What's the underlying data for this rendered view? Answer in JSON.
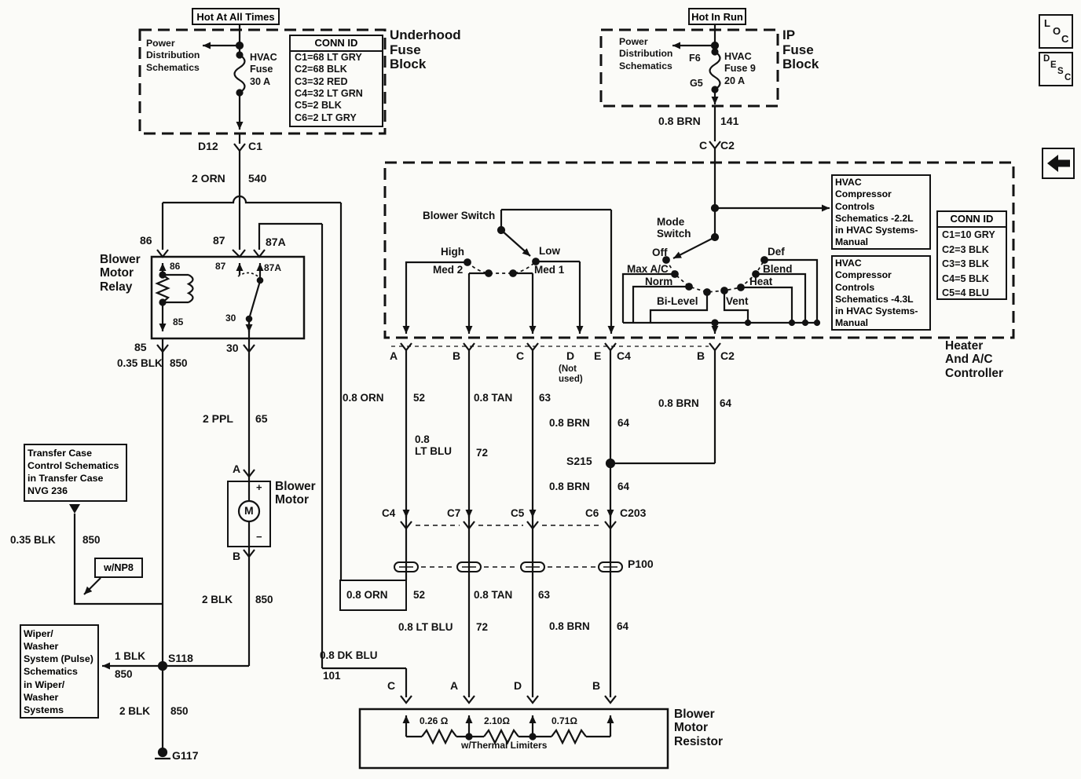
{
  "header": {
    "hot_at_all_times": "Hot At All Times",
    "hot_in_run": "Hot In Run"
  },
  "underhood_block": {
    "title": "Underhood\nFuse\nBlock",
    "power_dist": "Power\nDistribution\nSchematics",
    "fuse": "HVAC\nFuse\n30 A",
    "conn_title": "CONN ID",
    "conn": [
      "C1=68 LT GRY",
      "C2=68 BLK",
      "C3=32 RED",
      "C4=32 LT GRN",
      "C5=2 BLK",
      "C6=2 LT GRY"
    ],
    "pin_left": "D12",
    "pin_right": "C1"
  },
  "ip_block": {
    "title": "IP\nFuse\nBlock",
    "power_dist": "Power\nDistribution\nSchematics",
    "fuse": "HVAC\nFuse 9\n20 A",
    "f6": "F6",
    "g5": "G5",
    "pin_left": "C",
    "pin_right": "C2"
  },
  "side_buttons": {
    "loc": [
      "L",
      "O",
      "C"
    ],
    "desc": [
      "D",
      "E",
      "S",
      "C"
    ]
  },
  "relay": {
    "title": "Blower\nMotor\nRelay",
    "p86": "86",
    "p87": "87",
    "p87a": "87A",
    "p85": "85",
    "p30": "30"
  },
  "motor": {
    "title": "Blower\nMotor",
    "pin_a": "A",
    "pin_b": "B",
    "m": "M",
    "plus": "+",
    "minus": "−"
  },
  "blower_switch": {
    "title": "Blower Switch",
    "high": "High",
    "med2": "Med 2",
    "low": "Low",
    "med1": "Med 1"
  },
  "mode_switch": {
    "title": "Mode\nSwitch",
    "off": "Off",
    "max_ac": "Max A/C",
    "norm": "Norm",
    "bi_level": "Bi-Level",
    "vent": "Vent",
    "heat": "Heat",
    "blend": "Blend",
    "def": "Def"
  },
  "controller": {
    "title": "Heater\nAnd A/C\nController",
    "pin_a": "A",
    "pin_b": "B",
    "pin_c": "C",
    "pin_d": "D",
    "pin_e": "E",
    "pin_c4": "C4",
    "pin_b2": "B",
    "pin_c2": "C2",
    "not_used": "(Not\nused)",
    "conn_title": "CONN ID",
    "conn": [
      "C1=10 GRY",
      "C2=3 BLK",
      "C3=3 BLK",
      "C4=5 BLK",
      "C5=4 BLU"
    ]
  },
  "hvac_refs": {
    "l22": "HVAC\nCompressor\nControls\nSchematics -2.2L\nin HVAC Systems-\nManual",
    "l43": "HVAC\nCompressor\nControls\nSchematics -4.3L\nin HVAC Systems-\nManual"
  },
  "resistor": {
    "title": "Blower\nMotor\nResistor",
    "pin_c": "C",
    "pin_a": "A",
    "pin_d": "D",
    "pin_b": "B",
    "r1": "0.26 Ω",
    "r2": "2.10Ω",
    "r3": "0.71Ω",
    "note": "w/Thermal Limiters"
  },
  "ref_boxes": {
    "transfer": "Transfer Case\nControl Schematics\nin Transfer Case\nNVG 236",
    "np8": "w/NP8",
    "wiper": "Wiper/\nWasher\nSystem (Pulse)\nSchematics\nin Wiper/\nWasher\nSystems"
  },
  "wires": {
    "orn540": {
      "c": "2 ORN",
      "n": "540"
    },
    "brn141": {
      "c": "0.8 BRN",
      "n": "141"
    },
    "blk035": {
      "c": "0.35 BLK",
      "n": "850"
    },
    "ppl65": {
      "c": "2 PPL",
      "n": "65"
    },
    "blk2": {
      "c": "2 BLK",
      "n": "850"
    },
    "blk1": {
      "c": "1 BLK",
      "n": "850"
    },
    "orn52": {
      "c": "0.8 ORN",
      "n": "52"
    },
    "tan63": {
      "c": "0.8 TAN",
      "n": "63"
    },
    "ltblu72": {
      "c": "0.8 LT BLU",
      "c2": "0.8\nLT BLU",
      "n": "72"
    },
    "brn64": {
      "c": "0.8 BRN",
      "n": "64"
    },
    "dkblu101": {
      "c": "0.8 DK BLU",
      "n": "101"
    }
  },
  "splices": {
    "s215": "S215",
    "s118": "S118",
    "g117": "G117",
    "p100": "P100",
    "c203": "C203",
    "c6": "C6",
    "c4": "C4",
    "c7": "C7",
    "c5": "C5"
  }
}
